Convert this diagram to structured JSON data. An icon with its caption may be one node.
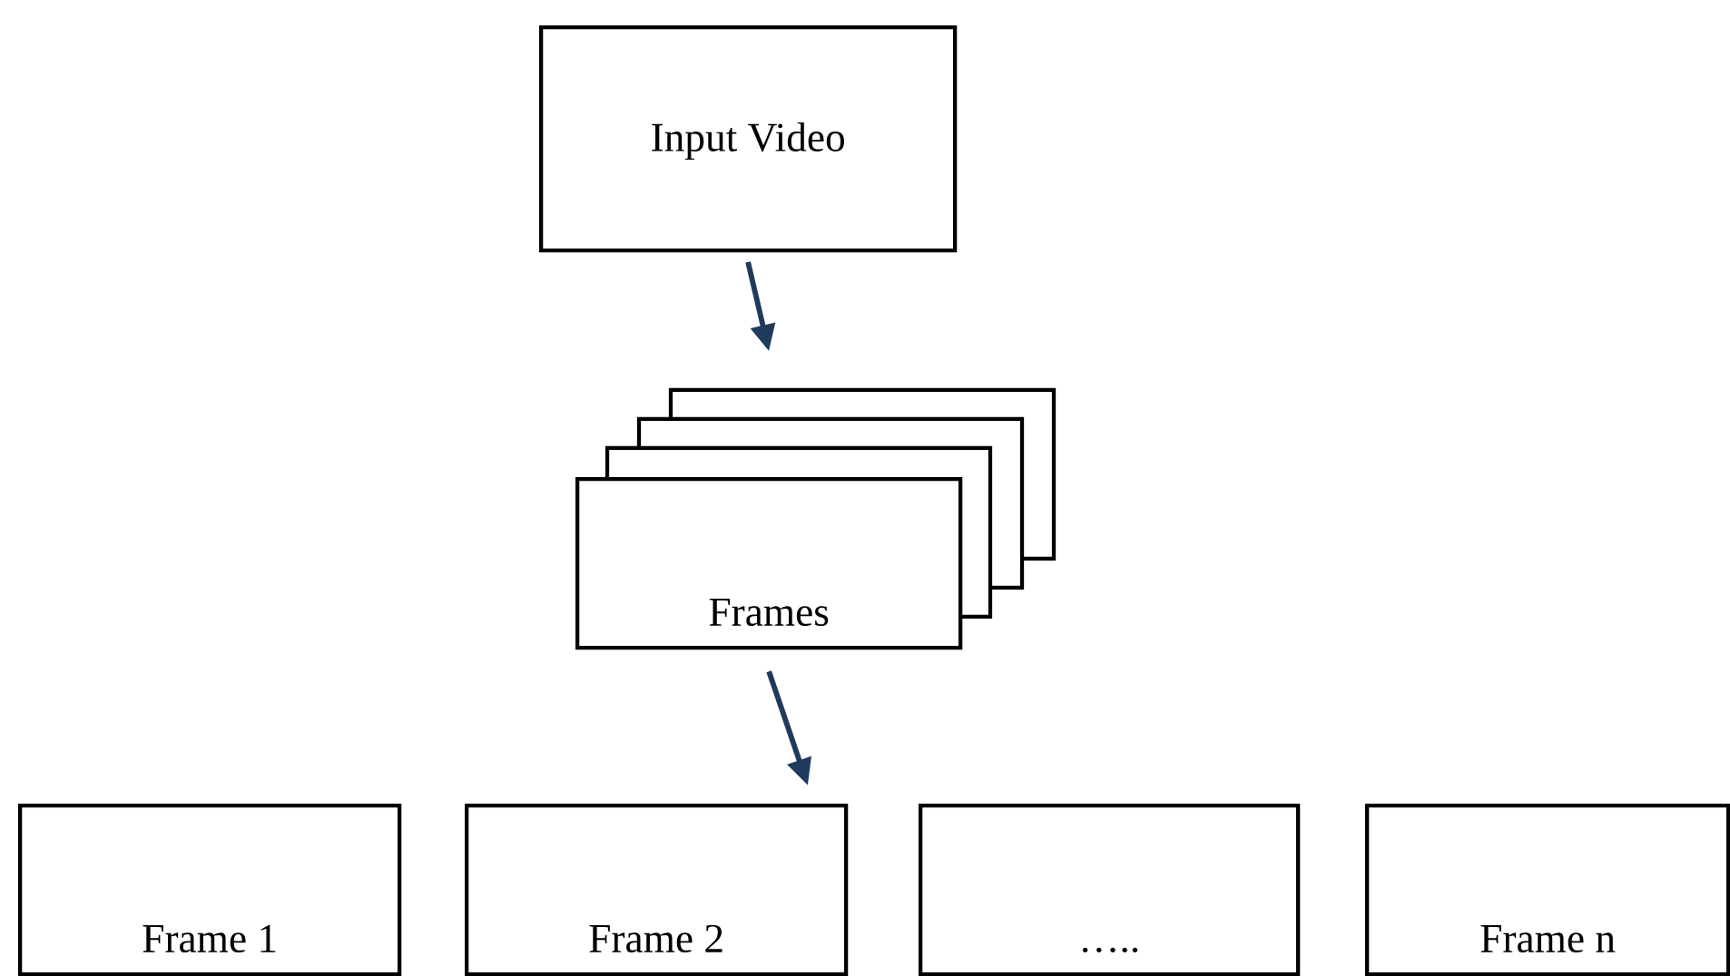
{
  "diagram": {
    "nodes": [
      {
        "text": [
          "Input Video"
        ]
      },
      {
        "text": [
          "Frames"
        ]
      },
      {
        "text": [
          "Frame 1"
        ]
      },
      {
        "text": [
          "Frame 2"
        ]
      },
      {
        "text": [
          "….."
        ]
      },
      {
        "text": [
          "Frame n"
        ]
      }
    ],
    "edges": [
      {
        "from": 0,
        "to": 1,
        "arrow": "to",
        "color": "#1f3a5c"
      },
      {
        "from": 1,
        "to": null,
        "arrow": "to",
        "color": "#1f3a5c"
      }
    ]
  }
}
